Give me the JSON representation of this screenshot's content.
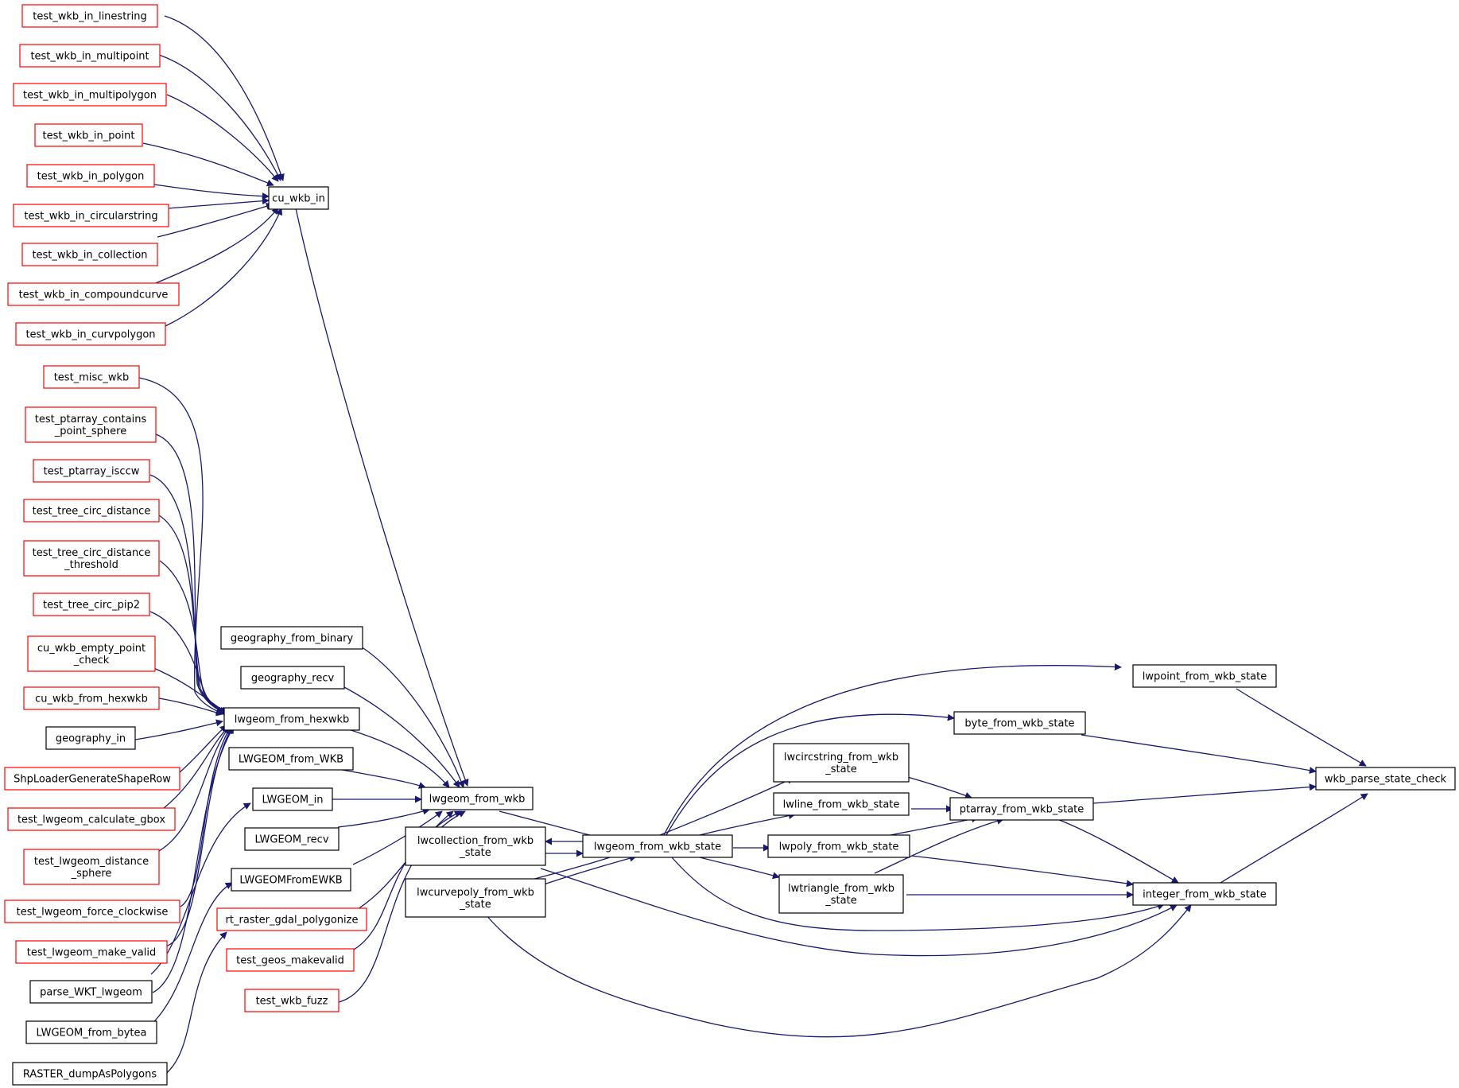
{
  "graph": {
    "colors": {
      "edge": "#191970",
      "node_border_normal": "#000000",
      "node_border_external": "#ff0000",
      "node_fill": "#ffffff",
      "focus_fill": "#bfbfbf"
    },
    "nodes": [
      {
        "id": "n0",
        "lines": [
          "test_wkb_in_linestring"
        ],
        "style": "external"
      },
      {
        "id": "n1",
        "lines": [
          "test_wkb_in_multipoint"
        ],
        "style": "external"
      },
      {
        "id": "n2",
        "lines": [
          "test_wkb_in_multipolygon"
        ],
        "style": "external"
      },
      {
        "id": "n3",
        "lines": [
          "test_wkb_in_point"
        ],
        "style": "external"
      },
      {
        "id": "n4",
        "lines": [
          "test_wkb_in_polygon"
        ],
        "style": "external"
      },
      {
        "id": "n5",
        "lines": [
          "test_wkb_in_circularstring"
        ],
        "style": "external"
      },
      {
        "id": "n6",
        "lines": [
          "test_wkb_in_collection"
        ],
        "style": "external"
      },
      {
        "id": "n7",
        "lines": [
          "test_wkb_in_compoundcurve"
        ],
        "style": "external"
      },
      {
        "id": "n8",
        "lines": [
          "test_wkb_in_curvpolygon"
        ],
        "style": "external"
      },
      {
        "id": "n9",
        "lines": [
          "cu_wkb_in"
        ],
        "style": "normal"
      },
      {
        "id": "n10",
        "lines": [
          "test_misc_wkb"
        ],
        "style": "external"
      },
      {
        "id": "n11",
        "lines": [
          "test_ptarray_contains",
          "_point_sphere"
        ],
        "style": "external"
      },
      {
        "id": "n12",
        "lines": [
          "test_ptarray_isccw"
        ],
        "style": "external"
      },
      {
        "id": "n13",
        "lines": [
          "test_tree_circ_distance"
        ],
        "style": "external"
      },
      {
        "id": "n14",
        "lines": [
          "test_tree_circ_distance",
          "_threshold"
        ],
        "style": "external"
      },
      {
        "id": "n15",
        "lines": [
          "test_tree_circ_pip2"
        ],
        "style": "external"
      },
      {
        "id": "n16",
        "lines": [
          "cu_wkb_empty_point",
          "_check"
        ],
        "style": "external"
      },
      {
        "id": "n17",
        "lines": [
          "cu_wkb_from_hexwkb"
        ],
        "style": "external"
      },
      {
        "id": "n18",
        "lines": [
          "geography_in"
        ],
        "style": "normal"
      },
      {
        "id": "n19",
        "lines": [
          "ShpLoaderGenerateShapeRow"
        ],
        "style": "external"
      },
      {
        "id": "n20",
        "lines": [
          "test_lwgeom_calculate_gbox"
        ],
        "style": "external"
      },
      {
        "id": "n21",
        "lines": [
          "test_lwgeom_distance",
          "_sphere"
        ],
        "style": "external"
      },
      {
        "id": "n22",
        "lines": [
          "test_lwgeom_force_clockwise"
        ],
        "style": "external"
      },
      {
        "id": "n23",
        "lines": [
          "test_lwgeom_make_valid"
        ],
        "style": "external"
      },
      {
        "id": "n24",
        "lines": [
          "parse_WKT_lwgeom"
        ],
        "style": "normal"
      },
      {
        "id": "n25",
        "lines": [
          "LWGEOM_from_bytea"
        ],
        "style": "normal"
      },
      {
        "id": "n26",
        "lines": [
          "RASTER_dumpAsPolygons"
        ],
        "style": "normal"
      },
      {
        "id": "n27",
        "lines": [
          "lwgeom_from_hexwkb"
        ],
        "style": "normal"
      },
      {
        "id": "n28",
        "lines": [
          "geography_from_binary"
        ],
        "style": "normal"
      },
      {
        "id": "n29",
        "lines": [
          "geography_recv"
        ],
        "style": "normal"
      },
      {
        "id": "n30",
        "lines": [
          "LWGEOM_from_WKB"
        ],
        "style": "normal"
      },
      {
        "id": "n31",
        "lines": [
          "LWGEOM_in"
        ],
        "style": "normal"
      },
      {
        "id": "n32",
        "lines": [
          "LWGEOM_recv"
        ],
        "style": "normal"
      },
      {
        "id": "n33",
        "lines": [
          "LWGEOMFromEWKB"
        ],
        "style": "normal"
      },
      {
        "id": "n34",
        "lines": [
          "rt_raster_gdal_polygonize"
        ],
        "style": "external"
      },
      {
        "id": "n35",
        "lines": [
          "test_geos_makevalid"
        ],
        "style": "external"
      },
      {
        "id": "n36",
        "lines": [
          "test_wkb_fuzz"
        ],
        "style": "external"
      },
      {
        "id": "n37",
        "lines": [
          "lwgeom_from_wkb"
        ],
        "style": "normal"
      },
      {
        "id": "n38",
        "lines": [
          "lwcollection_from_wkb",
          "_state"
        ],
        "style": "normal"
      },
      {
        "id": "n39",
        "lines": [
          "lwcurvepoly_from_wkb",
          "_state"
        ],
        "style": "normal"
      },
      {
        "id": "n40",
        "lines": [
          "lwgeom_from_wkb_state"
        ],
        "style": "normal"
      },
      {
        "id": "n41",
        "lines": [
          "lwcircstring_from_wkb",
          "_state"
        ],
        "style": "normal"
      },
      {
        "id": "n42",
        "lines": [
          "lwline_from_wkb_state"
        ],
        "style": "normal"
      },
      {
        "id": "n43",
        "lines": [
          "lwpoly_from_wkb_state"
        ],
        "style": "normal"
      },
      {
        "id": "n44",
        "lines": [
          "lwtriangle_from_wkb",
          "_state"
        ],
        "style": "normal"
      },
      {
        "id": "n45",
        "lines": [
          "lwpoint_from_wkb_state"
        ],
        "style": "normal"
      },
      {
        "id": "n46",
        "lines": [
          "byte_from_wkb_state"
        ],
        "style": "normal"
      },
      {
        "id": "n47",
        "lines": [
          "ptarray_from_wkb_state"
        ],
        "style": "normal"
      },
      {
        "id": "n48",
        "lines": [
          "integer_from_wkb_state"
        ],
        "style": "normal"
      },
      {
        "id": "n49",
        "lines": [
          "wkb_parse_state_check"
        ],
        "style": "focus"
      }
    ]
  }
}
